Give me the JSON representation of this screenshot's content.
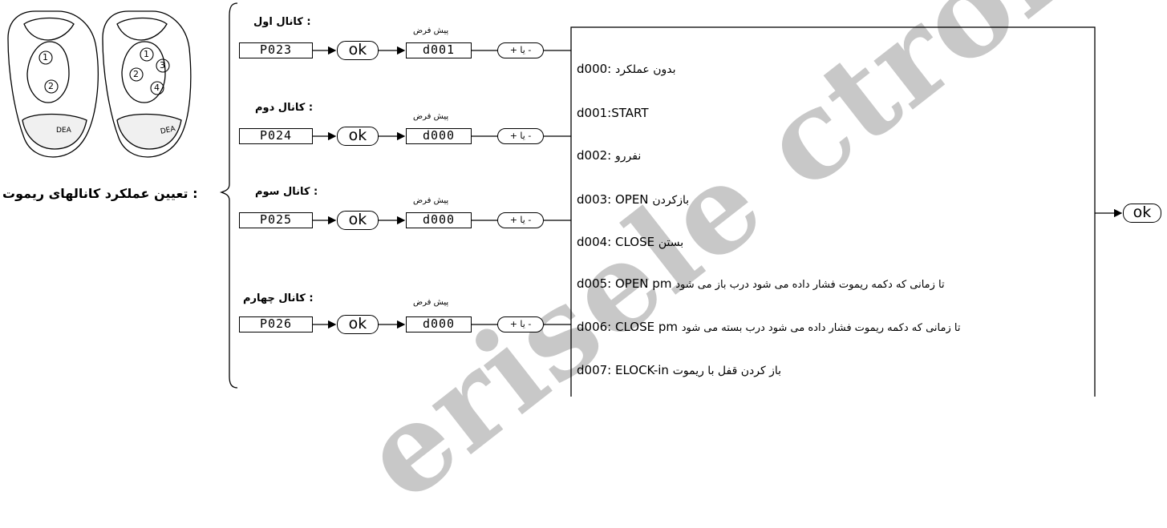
{
  "title": ": تعیین عملکرد کانالهای ریموت",
  "remote_brand": "DEA",
  "remote_two": {
    "buttons": [
      "1",
      "2"
    ]
  },
  "remote_four": {
    "buttons": [
      "1",
      "2",
      "3",
      "4"
    ]
  },
  "channels": [
    {
      "heading": ": کانال اول",
      "param": "P023",
      "ok": "ok",
      "default_label": "پیش فرض",
      "default": "d001",
      "plus_minus": "+ یا -"
    },
    {
      "heading": ": کانال دوم",
      "param": "P024",
      "ok": "ok",
      "default_label": "پیش فرض",
      "default": "d000",
      "plus_minus": "+ یا -"
    },
    {
      "heading": ": کانال سوم",
      "param": "P025",
      "ok": "ok",
      "default_label": "پیش فرض",
      "default": "d000",
      "plus_minus": "+ یا -"
    },
    {
      "heading": ": کانال چهارم",
      "param": "P026",
      "ok": "ok",
      "default_label": "پیش فرض",
      "default": "d000",
      "plus_minus": "+ یا -"
    }
  ],
  "options": [
    {
      "code": "d000:",
      "text": "بدون عملکرد"
    },
    {
      "code": "d001:START",
      "text": ""
    },
    {
      "code": "d002:",
      "text": "نفررو"
    },
    {
      "code": "d003: OPEN",
      "text": "بازکردن"
    },
    {
      "code": "d004: CLOSE",
      "text": "بستن"
    },
    {
      "code": "d005: OPEN pm",
      "text": "تا زمانی که دکمه ریموت فشار داده می شود درب باز می شود"
    },
    {
      "code": "d006: CLOSE pm",
      "text": "تا زمانی که دکمه ریموت فشار داده می شود درب بسته می شود"
    },
    {
      "code": "d007: ELOCK-in",
      "text": "باز کردن قفل با ریموت"
    }
  ],
  "final_ok": "ok",
  "watermark": "erisele ctronic.c"
}
